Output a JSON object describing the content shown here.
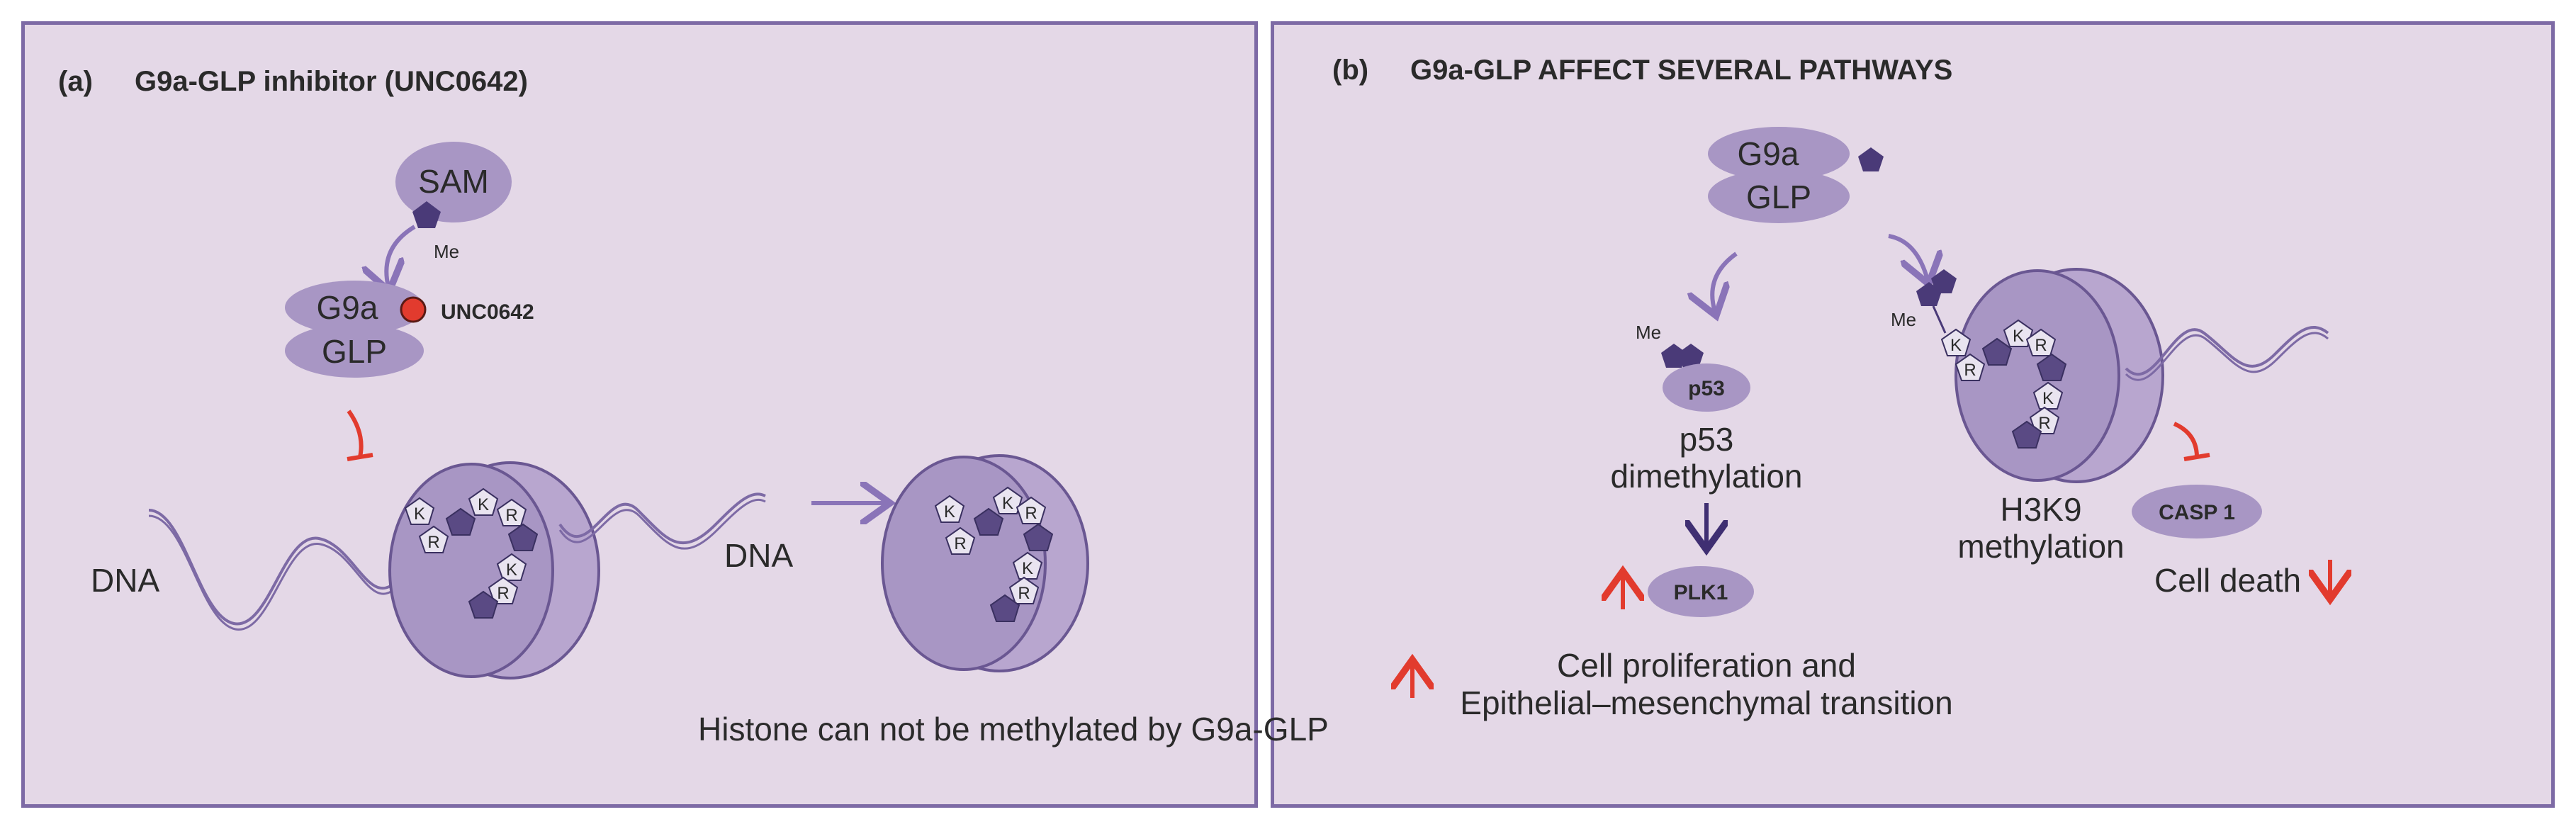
{
  "panel_a": {
    "letter": "(a)",
    "title": "G9a-GLP inhibitor (UNC0642)",
    "sam": "SAM",
    "me": "Me",
    "g9a": "G9a",
    "glp": "GLP",
    "inhibitor": "UNC0642",
    "dna_left": "DNA",
    "dna_right": "DNA",
    "caption": "Histone can not be methylated by G9a-GLP",
    "k": "K",
    "r": "R"
  },
  "panel_b": {
    "letter": "(b)",
    "title": "G9a-GLP AFFECT SEVERAL PATHWAYS",
    "g9a": "G9a",
    "glp": "GLP",
    "me_left": "Me",
    "me_right": "Me",
    "p53": "p53",
    "p53_line1": "p53",
    "p53_line2": "dimethylation",
    "plk1": "PLK1",
    "outcome_line1": "Cell proliferation and",
    "outcome_line2": "Epithelial–mesenchymal transition",
    "h3k9_line1": "H3K9",
    "h3k9_line2": "methylation",
    "casp1": "CASP 1",
    "cell_death": "Cell death",
    "k": "K",
    "r": "R"
  },
  "colors": {
    "panel_bg": "#e4d8e7",
    "panel_border": "#7d6aa5",
    "protein": "#a896c4",
    "dark_pentagon": "#4a3a78",
    "red": "#e23b2e",
    "arrow": "#8a74b8"
  }
}
